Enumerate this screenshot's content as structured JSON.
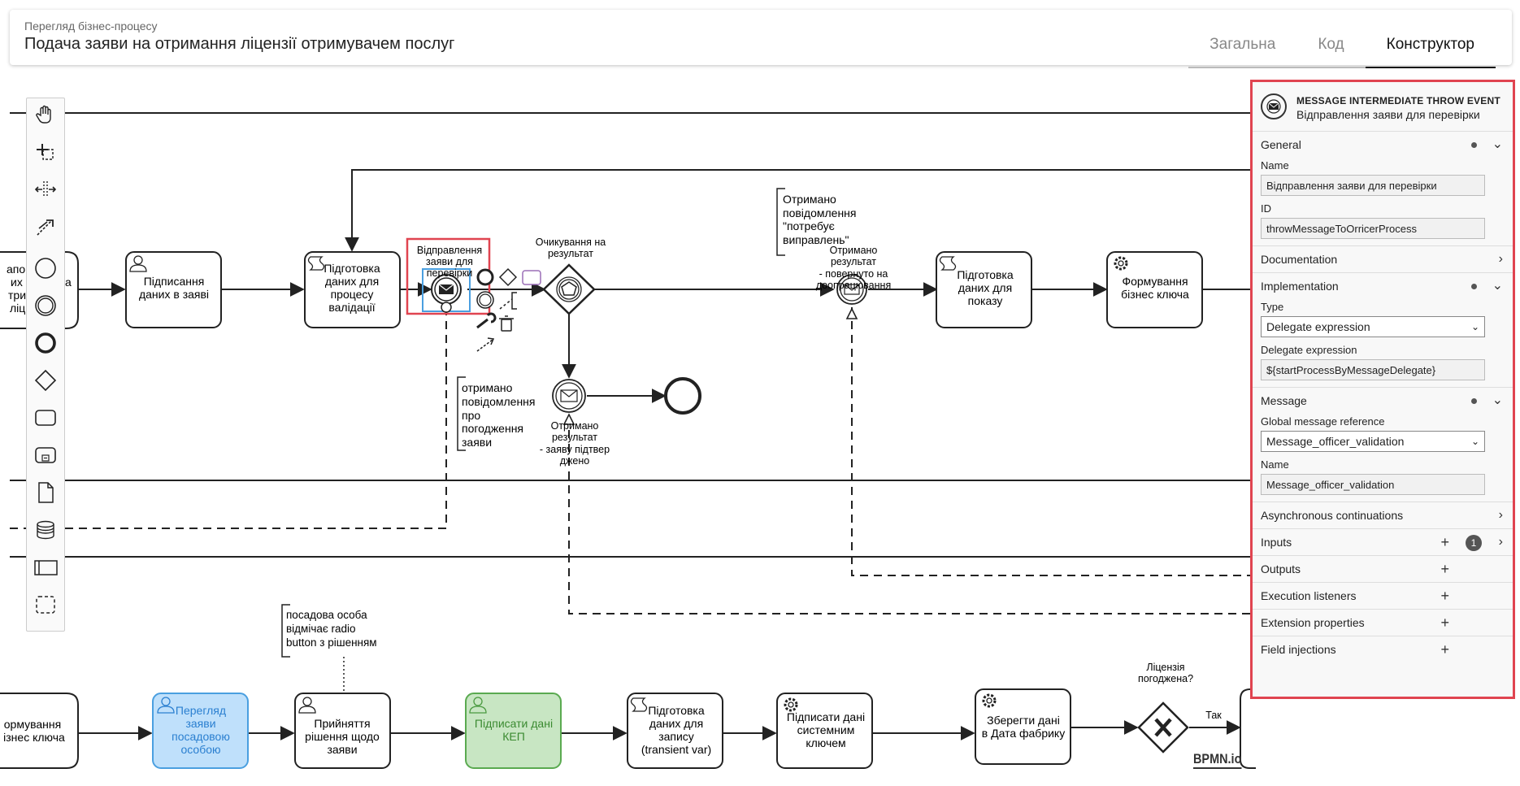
{
  "header": {
    "subtitle": "Перегляд бізнес-процесу",
    "title": "Подача заяви на отримання ліцензії отримувачем послуг",
    "tabs": [
      {
        "label": "Загальна",
        "active": false
      },
      {
        "label": "Код",
        "active": false
      },
      {
        "label": "Конструктор",
        "active": true
      }
    ]
  },
  "palette": {
    "tools": [
      "hand-tool-icon",
      "lasso-tool-icon",
      "space-tool-icon",
      "connect-tool-icon",
      "start-event-icon",
      "intermediate-event-icon",
      "end-event-icon",
      "gateway-icon",
      "task-icon",
      "subprocess-icon",
      "data-object-icon",
      "data-store-icon",
      "pool-icon",
      "group-icon"
    ]
  },
  "diagram": {
    "tasks": {
      "t_left_clip1": "апо",
      "t_left_clip2": "их",
      "t_left_clip3": "три",
      "t_left_clip4": "ліц",
      "t_left_clip5": "а",
      "t_sign_line1": "Підписання",
      "t_sign_line2": "даних в заяві",
      "t_prep_line1": "Підготовка",
      "t_prep_line2": "даних для",
      "t_prep_line3": "процесу",
      "t_prep_line4": "валідації",
      "t_show_line1": "Підготовка",
      "t_show_line2": "даних для",
      "t_show_line3": "показу",
      "t_key_line1": "Формування",
      "t_key_line2": "бізнес ключа",
      "b_key_line1": "ормування",
      "b_key_line2": "ізнес ключа",
      "b_view_line1": "Перегляд",
      "b_view_line2": "заяви",
      "b_view_line3": "посадовою",
      "b_view_line4": "особою",
      "b_dec_line1": "Прийняття",
      "b_dec_line2": "рішення щодо",
      "b_dec_line3": "заяви",
      "b_kep_line1": "Підписати дані",
      "b_kep_line2": "КЕП",
      "b_rec_line1": "Підготовка",
      "b_rec_line2": "даних для",
      "b_rec_line3": "запису",
      "b_rec_line4": "(transient var)",
      "b_sys_line1": "Підписати дані",
      "b_sys_line2": "системним",
      "b_sys_line3": "ключем",
      "b_save_line1": "Зберегти дані",
      "b_save_line2": "в Дата фабрику"
    },
    "labels": {
      "throw_line1": "Відправлення",
      "throw_line2": "заяви для",
      "throw_line3": "перевірки",
      "wait_line1": "Очикування на",
      "wait_line2": "результат",
      "r1_line1": "Отримано",
      "r1_line2": "результат",
      "r1_line3": "- повернуто на",
      "r1_line4": "доопрацювання",
      "r2_line1": "Отримано",
      "r2_line2": "результат",
      "r2_line3": "- заяву підтвер",
      "r2_line4": "джено",
      "gw_line1": "Ліцензія",
      "gw_line2": "погоджена?",
      "flow_yes": "Так"
    },
    "annotations": {
      "a1_line1": "Отримано",
      "a1_line2": "повідомлення",
      "a1_line3": "\"потребує",
      "a1_line4": "виправлень\"",
      "a2_line1": "отримано",
      "a2_line2": "повідомлення",
      "a2_line3": "про",
      "a2_line4": "погодження",
      "a2_line5": "заяви",
      "a3_line1": "посадова особа",
      "a3_line2": "відмічає radio",
      "a3_line3": "button з рішенням"
    },
    "watermark": "BPMN.io"
  },
  "panel": {
    "element_type": "MESSAGE INTERMEDIATE THROW EVENT",
    "element_name": "Відправлення заяви для перевірки",
    "general": {
      "title": "General",
      "name_label": "Name",
      "name_value": "Відправлення заяви для перевірки",
      "id_label": "ID",
      "id_value": "throwMessageToOrricerProcess"
    },
    "documentation": {
      "title": "Documentation"
    },
    "implementation": {
      "title": "Implementation",
      "type_label": "Type",
      "type_value": "Delegate expression",
      "expr_label": "Delegate expression",
      "expr_value": "${startProcessByMessageDelegate}"
    },
    "message": {
      "title": "Message",
      "ref_label": "Global message reference",
      "ref_value": "Message_officer_validation",
      "name_label": "Name",
      "name_value": "Message_officer_validation"
    },
    "async": {
      "title": "Asynchronous continuations"
    },
    "inputs": {
      "title": "Inputs",
      "count": "1"
    },
    "outputs": {
      "title": "Outputs"
    },
    "listeners": {
      "title": "Execution listeners"
    },
    "ext_props": {
      "title": "Extension properties"
    },
    "field_inj": {
      "title": "Field injections"
    }
  },
  "colors": {
    "highlight": "#e04450",
    "selection": "#4a9fe0",
    "user_task_fill": "#bfe0fb",
    "kep_task_fill": "#c8e6c3"
  }
}
